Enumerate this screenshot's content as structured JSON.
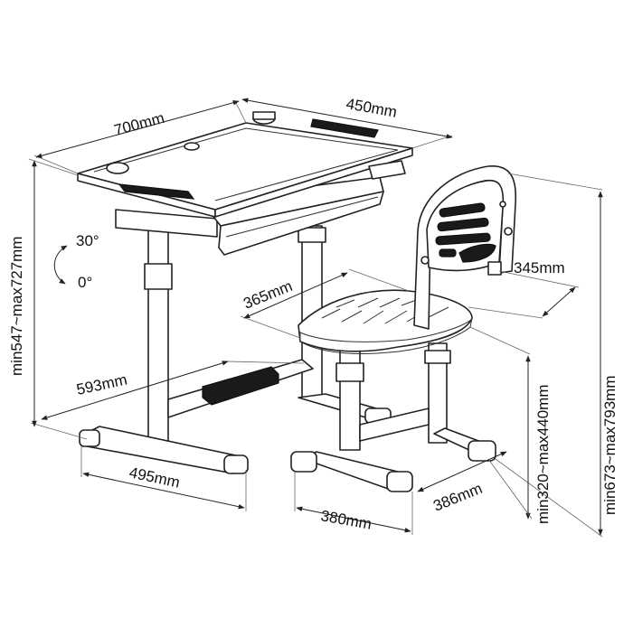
{
  "dimensions": {
    "desk_width": "700mm",
    "desk_depth": "450mm",
    "desk_height": "min547~max727mm",
    "desk_leg_span": "593mm",
    "desk_foot_length": "495mm",
    "chair_seat_width": "365mm",
    "chair_back_width": "345mm",
    "chair_total_height": "min673~max793mm",
    "chair_seat_height": "min320~max440mm",
    "chair_base_depth": "386mm",
    "chair_base_width": "380mm"
  },
  "tilt": {
    "max_angle": "30°",
    "min_angle": "0°"
  }
}
